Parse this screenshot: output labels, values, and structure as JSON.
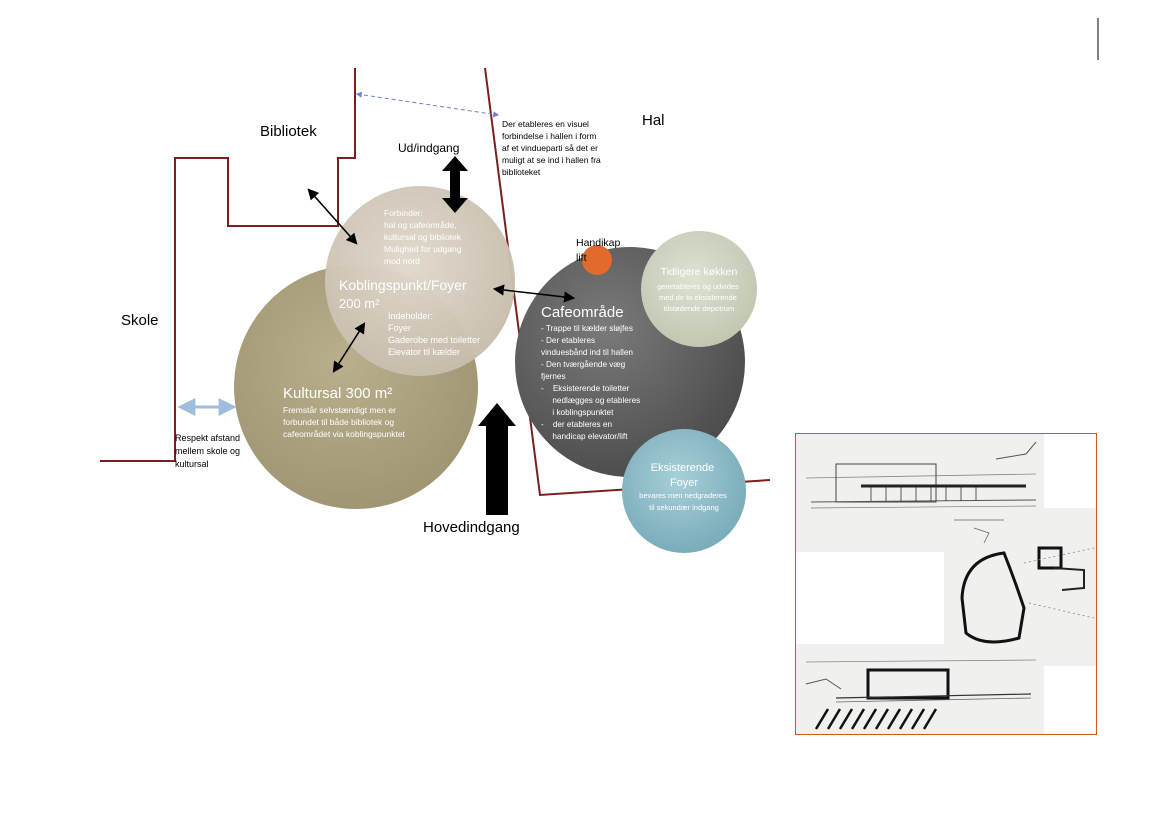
{
  "labels": {
    "bibliotek": "Bibliotek",
    "hal": "Hal",
    "skole": "Skole",
    "ud_indgang": "Ud/indgang",
    "hovedindgang": "Hovedindgang",
    "handikap": [
      "Handikap",
      "lift"
    ],
    "visuel_note": [
      "Der etableres en visuel",
      "forbindelse i hallen i form",
      "af et vindueparti så det er",
      "muligt at se ind i hallen fra",
      "biblioteket"
    ],
    "respekt": [
      "Respekt afstand",
      "mellem skole og",
      "kultursal"
    ]
  },
  "kobling": {
    "intro": [
      "Forbinder:",
      "hal og cafeområde,",
      "kultursal og bibliotek",
      "Mulighed for udgang",
      "mod nord"
    ],
    "title": "Koblingspunkt/Foyer",
    "area": "200 m²",
    "contents": [
      "Indeholder:",
      "Foyer",
      "Gaderobe med toiletter",
      "Elevator til kælder"
    ]
  },
  "kultursal": {
    "title": "Kultursal 300 m²",
    "desc": [
      "Fremstår selvstændigt  men er",
      "forbundet til både bibliotek og",
      "cafeområdet via koblingspunktet"
    ]
  },
  "cafe": {
    "title": "Cafeområde",
    "lines": [
      "- Trappe til kælder sløjfes",
      "- Der etableres",
      "vinduesbånd ind til hallen",
      "- Den tværgående væg",
      "fjernes",
      "-    Eksisterende toiletter",
      "     nedlægges og etableres",
      "     i koblingspunktet",
      "-    der etableres en",
      "     handicap elevator/lift"
    ]
  },
  "koekken": {
    "title": "Tidligere køkken",
    "desc": [
      "genetableres og udvides",
      "med de to eksisterende",
      "tilstødende depotrum"
    ]
  },
  "foyer": {
    "title": [
      "Eksisterende",
      "Foyer"
    ],
    "desc": [
      "bevares men nedgraderes",
      "til sekundær indgang"
    ]
  },
  "colors": {
    "outline": "#7a1f1f",
    "kultursal": "#aea37e",
    "kobling": "#d4ccbe",
    "cafe": "#5f5f5f",
    "koekken": "#cdd3c0",
    "foyer": "#89b9c6",
    "lift": "#e26a2c",
    "respekt_arrow": "#9fbddc",
    "sketch_frame": "#d2571f"
  }
}
